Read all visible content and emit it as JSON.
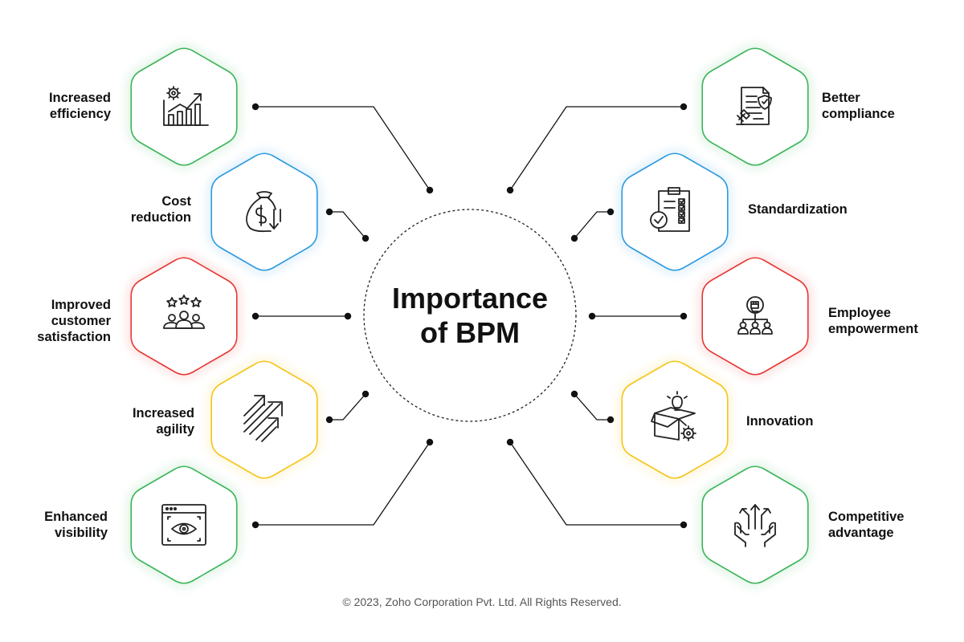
{
  "diagram": {
    "title_lines": [
      "Importance",
      "of BPM"
    ],
    "copyright": "© 2023, Zoho Corporation Pvt. Ltd. All Rights Reserved.",
    "colors": {
      "green": "#3cb55a",
      "blue": "#2e9be0",
      "red": "#e53935",
      "yellow": "#f5c518",
      "connector": "#111111",
      "icon": "#222222"
    },
    "nodes": [
      {
        "id": "increased-efficiency",
        "lines": [
          "Increased",
          "efficiency"
        ],
        "color": "green",
        "icon": "chart-gear-icon"
      },
      {
        "id": "cost-reduction",
        "lines": [
          "Cost",
          "reduction"
        ],
        "color": "blue",
        "icon": "money-bag-down-icon"
      },
      {
        "id": "improved-customer-satisfaction",
        "lines": [
          "Improved",
          "customer",
          "satisfaction"
        ],
        "color": "red",
        "icon": "customer-stars-icon"
      },
      {
        "id": "increased-agility",
        "lines": [
          "Increased",
          "agility"
        ],
        "color": "yellow",
        "icon": "arrows-up-right-icon"
      },
      {
        "id": "enhanced-visibility",
        "lines": [
          "Enhanced",
          "visibility"
        ],
        "color": "green",
        "icon": "eye-window-icon"
      },
      {
        "id": "better-compliance",
        "lines": [
          "Better",
          "compliance"
        ],
        "color": "green",
        "icon": "document-gavel-icon"
      },
      {
        "id": "standardization",
        "lines": [
          "Standardization"
        ],
        "color": "blue",
        "icon": "checklist-icon"
      },
      {
        "id": "employee-empowerment",
        "lines": [
          "Employee",
          "empowerment"
        ],
        "color": "red",
        "icon": "team-fist-icon"
      },
      {
        "id": "innovation",
        "lines": [
          "Innovation"
        ],
        "color": "yellow",
        "icon": "box-bulb-gear-icon"
      },
      {
        "id": "competitive-advantage",
        "lines": [
          "Competitive",
          "advantage"
        ],
        "color": "green",
        "icon": "hands-arrows-icon"
      }
    ]
  }
}
